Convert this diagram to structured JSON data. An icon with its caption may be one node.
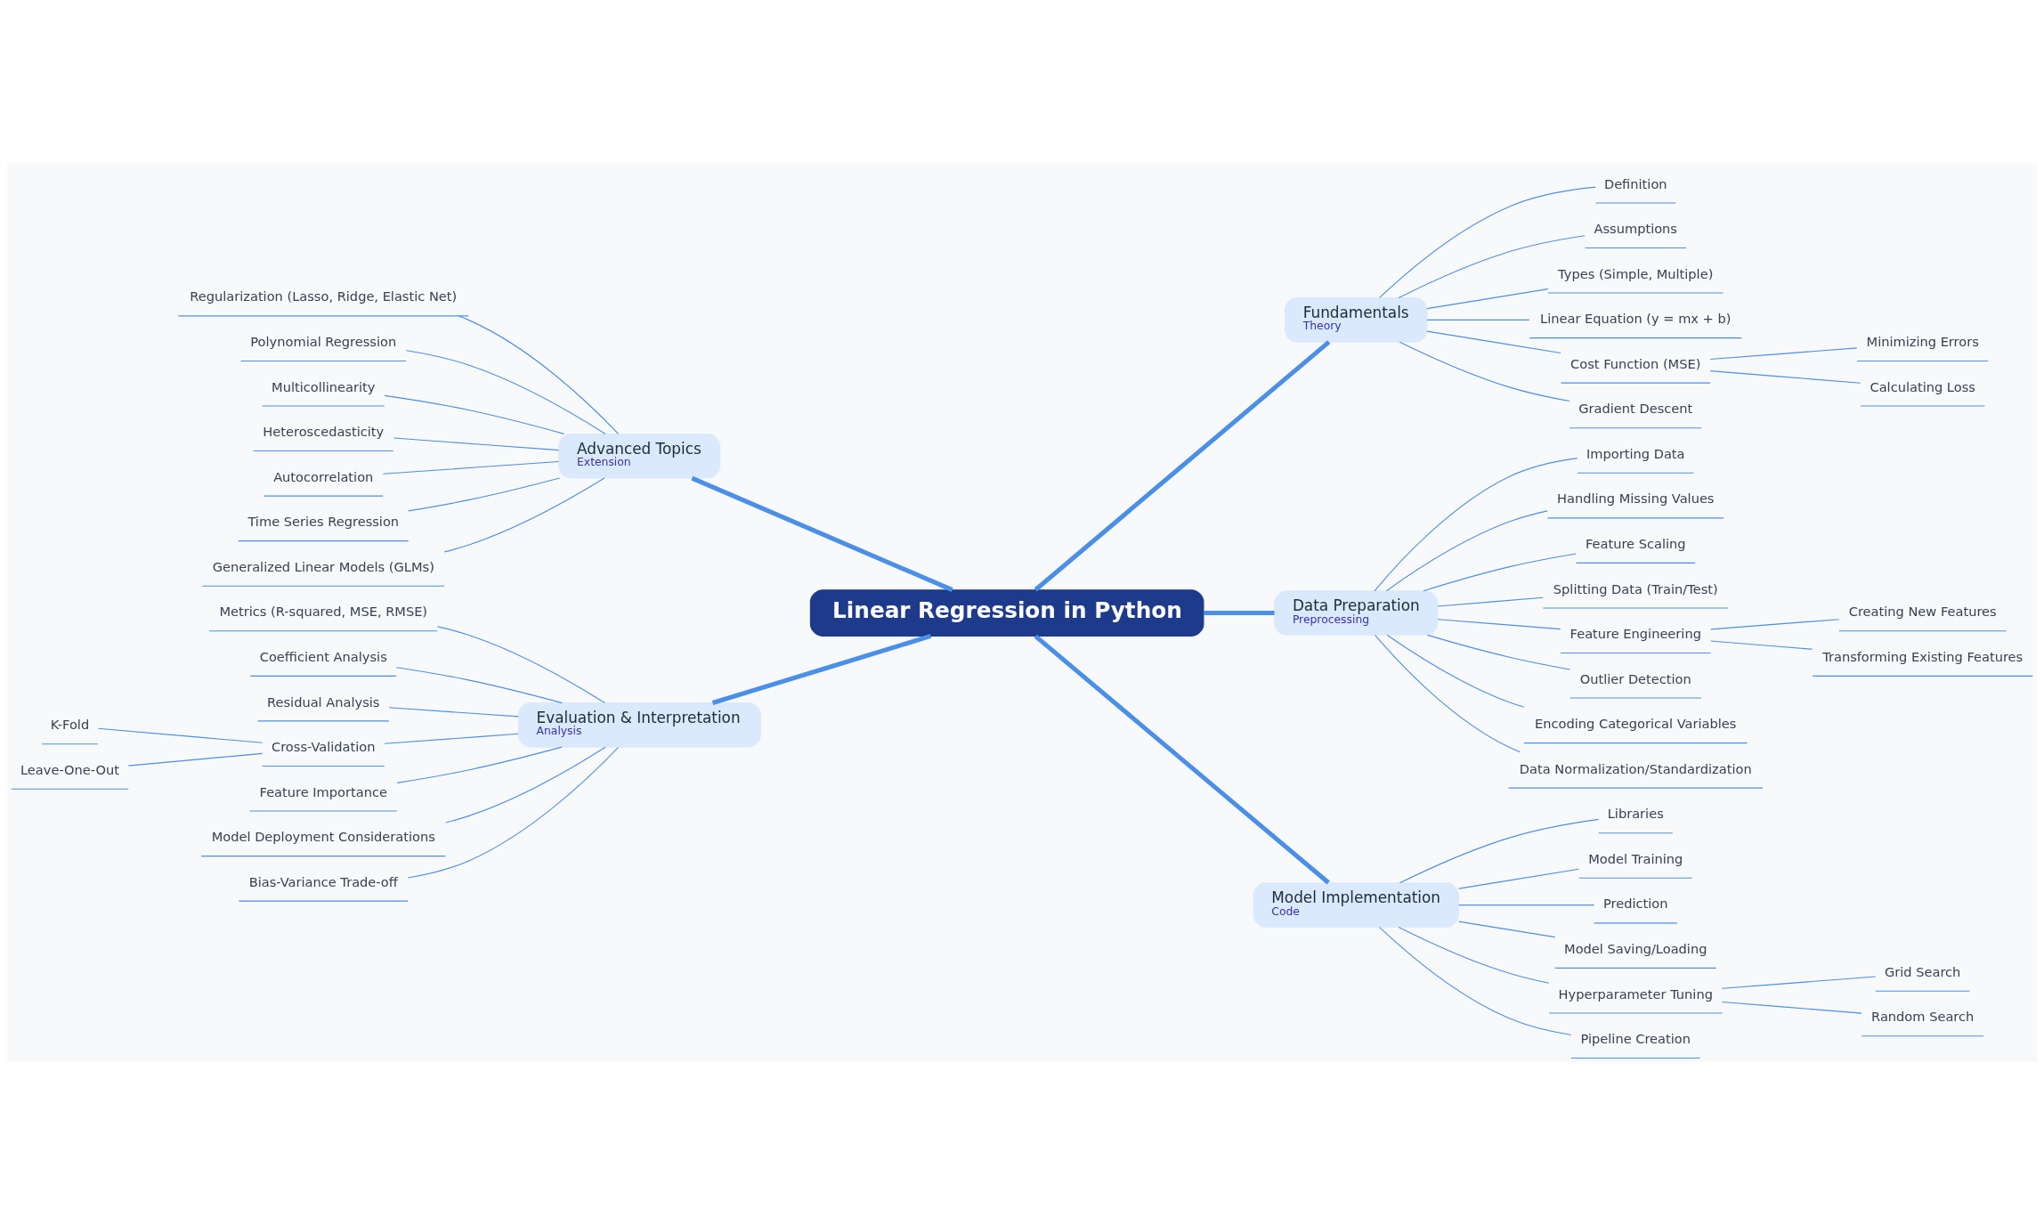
{
  "diagram": {
    "nodes": [
      {
        "text": [
          "Linear Regression in Python"
        ]
      },
      {
        "text": [
          "Fundamentals",
          "Theory"
        ]
      },
      {
        "text": [
          "Definition"
        ]
      },
      {
        "text": [
          "Assumptions"
        ]
      },
      {
        "text": [
          "Types (Simple, Multiple)"
        ]
      },
      {
        "text": [
          "Linear Equation (y = mx + b)"
        ]
      },
      {
        "text": [
          "Cost Function (MSE)"
        ]
      },
      {
        "text": [
          "Minimizing Errors"
        ]
      },
      {
        "text": [
          "Calculating Loss"
        ]
      },
      {
        "text": [
          "Gradient Descent"
        ]
      },
      {
        "text": [
          "Data Preparation",
          "Preprocessing"
        ]
      },
      {
        "text": [
          "Importing Data"
        ]
      },
      {
        "text": [
          "Handling Missing Values"
        ]
      },
      {
        "text": [
          "Feature Scaling"
        ]
      },
      {
        "text": [
          "Splitting Data (Train/Test)"
        ]
      },
      {
        "text": [
          "Feature Engineering"
        ]
      },
      {
        "text": [
          "Creating New Features"
        ]
      },
      {
        "text": [
          "Transforming Existing Features"
        ]
      },
      {
        "text": [
          "Outlier Detection"
        ]
      },
      {
        "text": [
          "Encoding Categorical Variables"
        ]
      },
      {
        "text": [
          "Data Normalization/Standardization"
        ]
      },
      {
        "text": [
          "Model Implementation",
          "Code"
        ]
      },
      {
        "text": [
          "Libraries"
        ]
      },
      {
        "text": [
          "Model Training"
        ]
      },
      {
        "text": [
          "Prediction"
        ]
      },
      {
        "text": [
          "Model Saving/Loading"
        ]
      },
      {
        "text": [
          "Hyperparameter Tuning"
        ]
      },
      {
        "text": [
          "Grid Search"
        ]
      },
      {
        "text": [
          "Random Search"
        ]
      },
      {
        "text": [
          "Pipeline Creation"
        ]
      },
      {
        "text": [
          "Advanced Topics",
          "Extension"
        ]
      },
      {
        "text": [
          "Regularization (Lasso, Ridge, Elastic Net)"
        ]
      },
      {
        "text": [
          "Polynomial Regression"
        ]
      },
      {
        "text": [
          "Multicollinearity"
        ]
      },
      {
        "text": [
          "Heteroscedasticity"
        ]
      },
      {
        "text": [
          "Autocorrelation"
        ]
      },
      {
        "text": [
          "Time Series Regression"
        ]
      },
      {
        "text": [
          "Generalized Linear Models (GLMs)"
        ]
      },
      {
        "text": [
          "Evaluation & Interpretation",
          "Analysis"
        ]
      },
      {
        "text": [
          "Metrics (R-squared, MSE, RMSE)"
        ]
      },
      {
        "text": [
          "Coefficient Analysis"
        ]
      },
      {
        "text": [
          "Residual Analysis"
        ]
      },
      {
        "text": [
          "Cross-Validation"
        ]
      },
      {
        "text": [
          "K-Fold"
        ]
      },
      {
        "text": [
          "Leave-One-Out"
        ]
      },
      {
        "text": [
          "Feature Importance"
        ]
      },
      {
        "text": [
          "Model Deployment Considerations"
        ]
      },
      {
        "text": [
          "Bias-Variance Trade-off"
        ]
      }
    ],
    "edges": [
      {
        "from": 0,
        "to": 1,
        "arrow": "none",
        "style": "thick"
      },
      {
        "from": 1,
        "to": 2,
        "arrow": "none"
      },
      {
        "from": 1,
        "to": 3,
        "arrow": "none"
      },
      {
        "from": 1,
        "to": 4,
        "arrow": "none"
      },
      {
        "from": 1,
        "to": 5,
        "arrow": "none"
      },
      {
        "from": 1,
        "to": 6,
        "arrow": "none"
      },
      {
        "from": 6,
        "to": 7,
        "arrow": "none"
      },
      {
        "from": 6,
        "to": 8,
        "arrow": "none"
      },
      {
        "from": 1,
        "to": 9,
        "arrow": "none"
      },
      {
        "from": 0,
        "to": 10,
        "arrow": "none",
        "style": "thick"
      },
      {
        "from": 10,
        "to": 11,
        "arrow": "none"
      },
      {
        "from": 10,
        "to": 12,
        "arrow": "none"
      },
      {
        "from": 10,
        "to": 13,
        "arrow": "none"
      },
      {
        "from": 10,
        "to": 14,
        "arrow": "none"
      },
      {
        "from": 10,
        "to": 15,
        "arrow": "none"
      },
      {
        "from": 15,
        "to": 16,
        "arrow": "none"
      },
      {
        "from": 15,
        "to": 17,
        "arrow": "none"
      },
      {
        "from": 10,
        "to": 18,
        "arrow": "none"
      },
      {
        "from": 10,
        "to": 19,
        "arrow": "none"
      },
      {
        "from": 10,
        "to": 20,
        "arrow": "none"
      },
      {
        "from": 0,
        "to": 21,
        "arrow": "none",
        "style": "thick"
      },
      {
        "from": 21,
        "to": 22,
        "arrow": "none"
      },
      {
        "from": 21,
        "to": 23,
        "arrow": "none"
      },
      {
        "from": 21,
        "to": 24,
        "arrow": "none"
      },
      {
        "from": 21,
        "to": 25,
        "arrow": "none"
      },
      {
        "from": 21,
        "to": 26,
        "arrow": "none"
      },
      {
        "from": 26,
        "to": 27,
        "arrow": "none"
      },
      {
        "from": 26,
        "to": 28,
        "arrow": "none"
      },
      {
        "from": 21,
        "to": 29,
        "arrow": "none"
      },
      {
        "from": 0,
        "to": 30,
        "arrow": "none",
        "style": "thick"
      },
      {
        "from": 30,
        "to": 31,
        "arrow": "none"
      },
      {
        "from": 30,
        "to": 32,
        "arrow": "none"
      },
      {
        "from": 30,
        "to": 33,
        "arrow": "none"
      },
      {
        "from": 30,
        "to": 34,
        "arrow": "none"
      },
      {
        "from": 30,
        "to": 35,
        "arrow": "none"
      },
      {
        "from": 30,
        "to": 36,
        "arrow": "none"
      },
      {
        "from": 30,
        "to": 37,
        "arrow": "none"
      },
      {
        "from": 0,
        "to": 38,
        "arrow": "none",
        "style": "thick"
      },
      {
        "from": 38,
        "to": 39,
        "arrow": "none"
      },
      {
        "from": 38,
        "to": 40,
        "arrow": "none"
      },
      {
        "from": 38,
        "to": 41,
        "arrow": "none"
      },
      {
        "from": 38,
        "to": 42,
        "arrow": "none"
      },
      {
        "from": 42,
        "to": 43,
        "arrow": "none"
      },
      {
        "from": 42,
        "to": 44,
        "arrow": "none"
      },
      {
        "from": 38,
        "to": 45,
        "arrow": "none"
      },
      {
        "from": 38,
        "to": 46,
        "arrow": "none"
      },
      {
        "from": 38,
        "to": 47,
        "arrow": "none"
      }
    ]
  }
}
